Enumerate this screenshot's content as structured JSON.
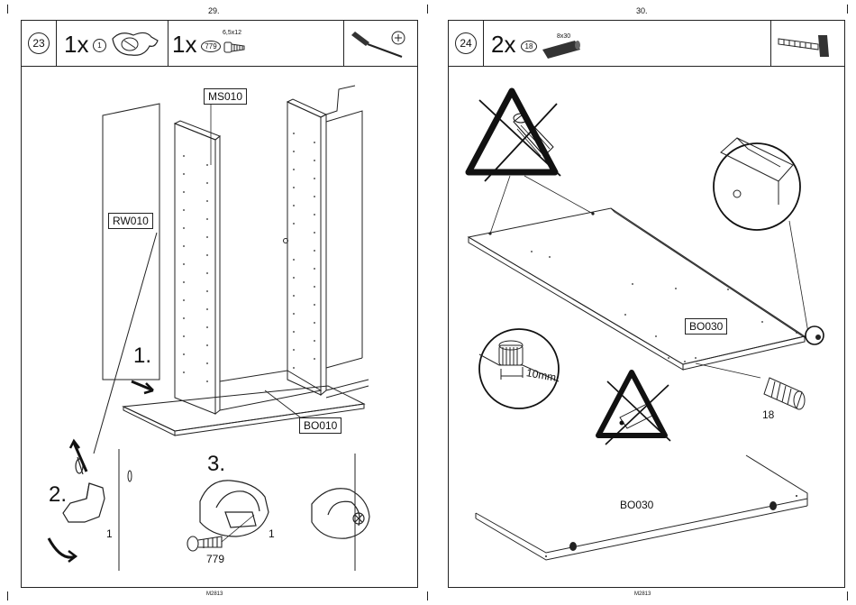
{
  "pages": {
    "left_number": "29.",
    "right_number": "30.",
    "footer_code_left": "M2813",
    "footer_code_right": "M2813"
  },
  "step23": {
    "step": "23",
    "parts": [
      {
        "qty": "1x",
        "id": "1"
      },
      {
        "qty": "1x",
        "id": "779",
        "spec": "6,5x12"
      }
    ],
    "tool": "screwdriver-icon",
    "labels": {
      "ms": "MS010",
      "rw": "RW010",
      "bo": "BO010",
      "s1": "1.",
      "s2": "2.",
      "s3": "3.",
      "c1a": "1",
      "c1b": "1",
      "screw": "779"
    }
  },
  "step24": {
    "step": "24",
    "parts": [
      {
        "qty": "2x",
        "id": "18",
        "spec": "8x30"
      }
    ],
    "tool": "hammer-icon",
    "labels": {
      "bo_top": "BO030",
      "bo_bottom": "BO030",
      "dowel": "18",
      "depth": "10mm"
    }
  }
}
